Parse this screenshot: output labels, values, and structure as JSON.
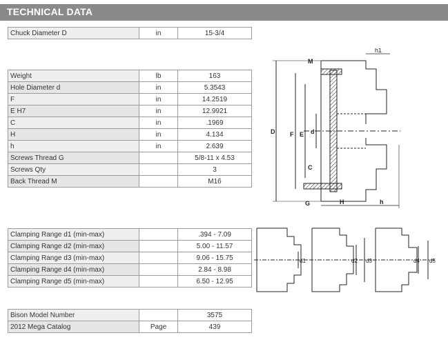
{
  "header": {
    "title": "TECHNICAL DATA"
  },
  "chuck": [
    {
      "label": "Chuck Diameter D",
      "unit": "in",
      "value": "15-3/4"
    }
  ],
  "specs": [
    {
      "label": "Weight",
      "unit": "lb",
      "value": "163"
    },
    {
      "label": "Hole Diameter d",
      "unit": "in",
      "value": "5.3543"
    },
    {
      "label": "F",
      "unit": "in",
      "value": "14.2519"
    },
    {
      "label": "E H7",
      "unit": "in",
      "value": "12.9921"
    },
    {
      "label": "C",
      "unit": "in",
      "value": ".1969"
    },
    {
      "label": "H",
      "unit": "in",
      "value": "4.134"
    },
    {
      "label": "h",
      "unit": "in",
      "value": "2.639"
    },
    {
      "label": "Screws Thread G",
      "unit": "",
      "value": "5/8-11 x 4.53"
    },
    {
      "label": "Screws Qty",
      "unit": "",
      "value": "3"
    },
    {
      "label": "Back Thread M",
      "unit": "",
      "value": "M16"
    }
  ],
  "clamping": [
    {
      "label": "Clamping Range d1 (min-max)",
      "unit": "",
      "value": ".394 - 7.09"
    },
    {
      "label": "Clamping Range d2 (min-max)",
      "unit": "",
      "value": "5.00 - 11.57"
    },
    {
      "label": "Clamping Range d3 (min-max)",
      "unit": "",
      "value": "9.06 - 15.75"
    },
    {
      "label": "Clamping Range d4 (min-max)",
      "unit": "",
      "value": "2.84 - 8.98"
    },
    {
      "label": "Clamping Range d5 (min-max)",
      "unit": "",
      "value": "6.50 - 12.95"
    }
  ],
  "model": [
    {
      "label": "Bison Model Number",
      "unit": "",
      "value": "3575"
    },
    {
      "label": "2012 Mega Catalog",
      "unit": "Page",
      "value": "439"
    }
  ],
  "diagram_labels": {
    "M": "M",
    "h1": "h1",
    "D": "D",
    "F": "F",
    "E": "E",
    "d": "d",
    "C": "C",
    "G": "G",
    "H": "H",
    "h": "h",
    "d1": "d1",
    "d2": "d2",
    "d3": "d3",
    "d4": "d4",
    "d5": "d5"
  }
}
